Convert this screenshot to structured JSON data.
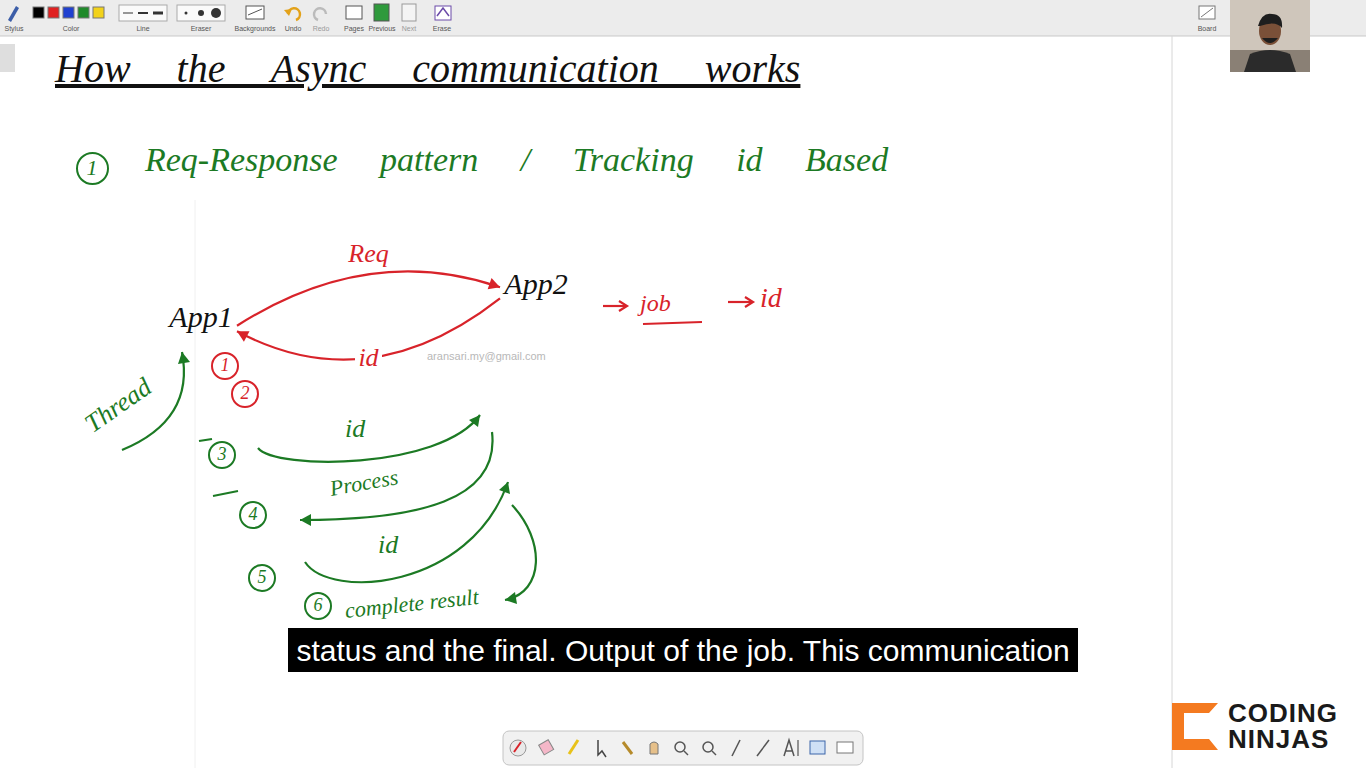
{
  "diagram": {
    "title": "How the Async communication works",
    "caption": "status and the final. Output of the job. This communication",
    "nodes": [
      {
        "text": [
          "1"
        ]
      },
      {
        "text": [
          "App1"
        ]
      },
      {
        "text": [
          "App2"
        ]
      },
      {
        "text": [
          "1"
        ]
      },
      {
        "text": [
          "2"
        ]
      },
      {
        "text": [
          "3"
        ]
      },
      {
        "text": [
          "4"
        ]
      },
      {
        "text": [
          "5"
        ]
      },
      {
        "text": [
          "6"
        ]
      }
    ],
    "edges": [
      {
        "from": 1,
        "to": 2,
        "arrow": "to",
        "label": "Req"
      },
      {
        "from": 2,
        "to": 1,
        "arrow": "to",
        "label": "id"
      }
    ],
    "labels": [
      "Req-Response pattern / Tracking id Based",
      "job",
      "id",
      "Thread",
      "aransari.my@gmail.com",
      "id",
      "Process",
      "id",
      "complete result",
      "CODING",
      "NINJAS",
      "Stylus",
      "Color",
      "Line",
      "Eraser",
      "Backgrounds",
      "Undo",
      "Redo",
      "Pages",
      "Previous",
      "Next",
      "Erase",
      "Board"
    ]
  }
}
